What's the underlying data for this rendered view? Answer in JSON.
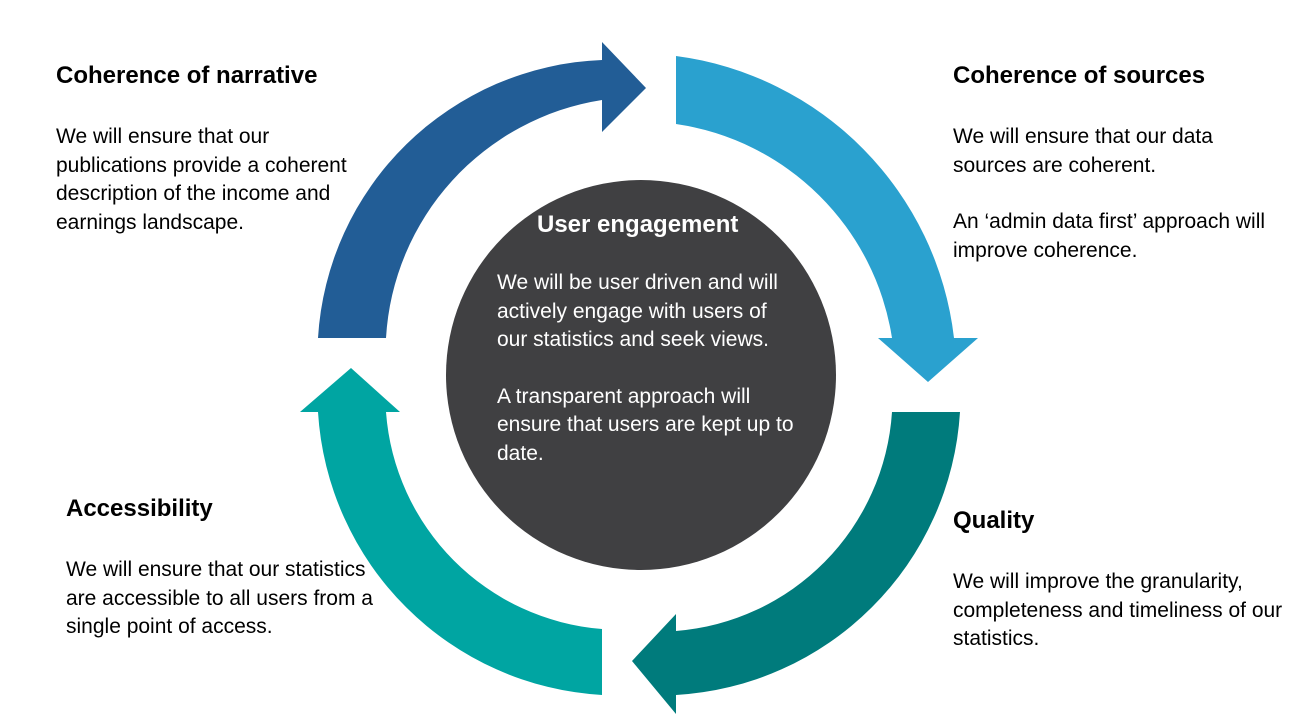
{
  "center": {
    "title": "User engagement",
    "text1": "We will be user driven and will actively engage with users of our statistics and seek views.",
    "text2": "A transparent approach will ensure that users are kept up to date."
  },
  "narrative": {
    "title": "Coherence of narrative",
    "text": "We will ensure that our publications provide a coherent description of the income and earnings landscape."
  },
  "sources": {
    "title": "Coherence of sources",
    "text1": "We will ensure that our data sources are coherent.",
    "text2": "An ‘admin data first’ approach will improve coherence."
  },
  "accessibility": {
    "title": "Accessibility",
    "text": "We will ensure that our statistics are accessible to all users from a single point of access."
  },
  "quality": {
    "title": "Quality",
    "text": "We will improve the granularity, completeness and timeliness of our statistics."
  },
  "colors": {
    "center_circle": "#404042",
    "arrow_narrative": "#225d96",
    "arrow_sources": "#2aa1cf",
    "arrow_quality": "#007b7c",
    "arrow_accessibility": "#00a5a2"
  }
}
